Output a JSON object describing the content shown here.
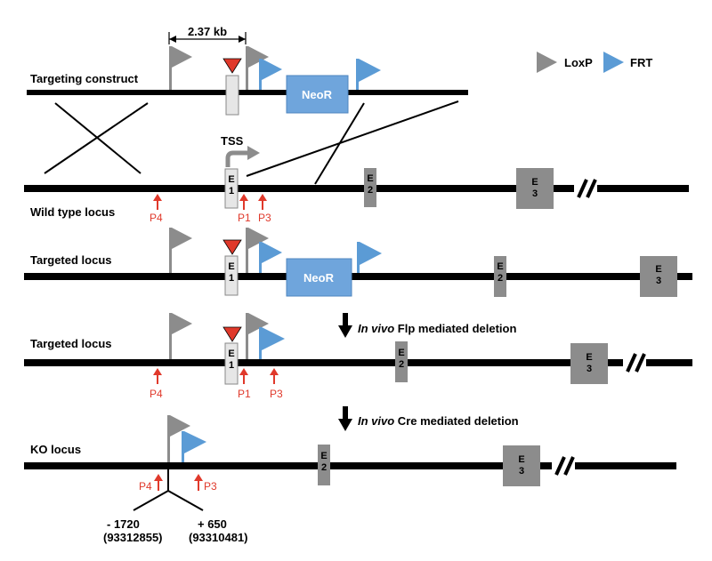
{
  "colors": {
    "line": "#000000",
    "loxp": "#8c8c8c",
    "frt": "#5b9bd5",
    "neo": "#6fa5dc",
    "exon_dark": "#8c8c8c",
    "exon1": "#e6e6e6",
    "primer": "#e0392b",
    "frt_site": "#e0392b"
  },
  "legend": {
    "loxp": "LoxP",
    "frt": "FRT",
    "loxp_icon": "gray-triangle-icon",
    "frt_icon": "blue-triangle-icon"
  },
  "distance_label": "2.37 kb",
  "tss_label": "TSS",
  "neo_label": "NeoR",
  "exons": {
    "e1": [
      "E",
      "1"
    ],
    "e2": [
      "E",
      "2"
    ],
    "e3": [
      "E",
      "3"
    ]
  },
  "primers": {
    "p1": "P1",
    "p3": "P3",
    "p4": "P4"
  },
  "rows": {
    "targeting_construct": "Targeting construct",
    "wild_type": "Wild type locus",
    "targeted": "Targeted locus",
    "targeted2": "Targeted locus",
    "ko": "KO locus"
  },
  "steps": {
    "flp_prefix": "In vivo",
    "flp_rest": " Flp mediated deletion",
    "cre_prefix": "In vivo",
    "cre_rest": " Cre mediated deletion"
  },
  "coords": {
    "left_pos": "- 1720",
    "left_coord": "(93312855)",
    "right_pos": "+ 650",
    "right_coord": "(93310481)"
  }
}
